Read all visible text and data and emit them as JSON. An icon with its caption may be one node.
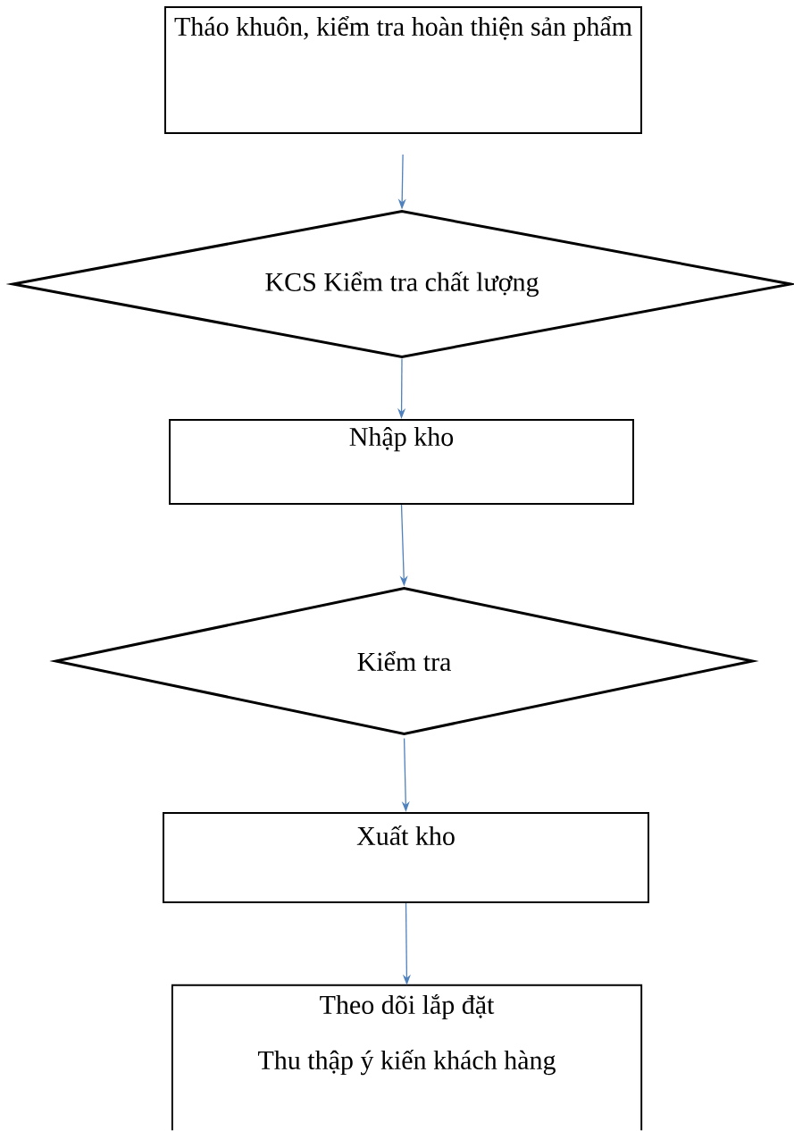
{
  "diagram": {
    "nodes": [
      {
        "text": [
          "Tháo khuôn, kiểm tra hoàn thiện sản phẩm"
        ]
      },
      {
        "text": [
          "KCS Kiểm tra chất lượng"
        ]
      },
      {
        "text": [
          "Nhập kho"
        ]
      },
      {
        "text": [
          "Kiểm tra"
        ]
      },
      {
        "text": [
          "Xuất kho"
        ]
      },
      {
        "text": [
          "Theo dõi lắp đặt",
          "Thu thập ý kiến khách hàng"
        ]
      }
    ],
    "edges": [
      {
        "from": 0,
        "to": 1,
        "arrow": "to"
      },
      {
        "from": 1,
        "to": 2,
        "arrow": "to"
      },
      {
        "from": 2,
        "to": 3,
        "arrow": "to"
      },
      {
        "from": 3,
        "to": 4,
        "arrow": "to"
      },
      {
        "from": 4,
        "to": 5,
        "arrow": "to"
      }
    ]
  }
}
